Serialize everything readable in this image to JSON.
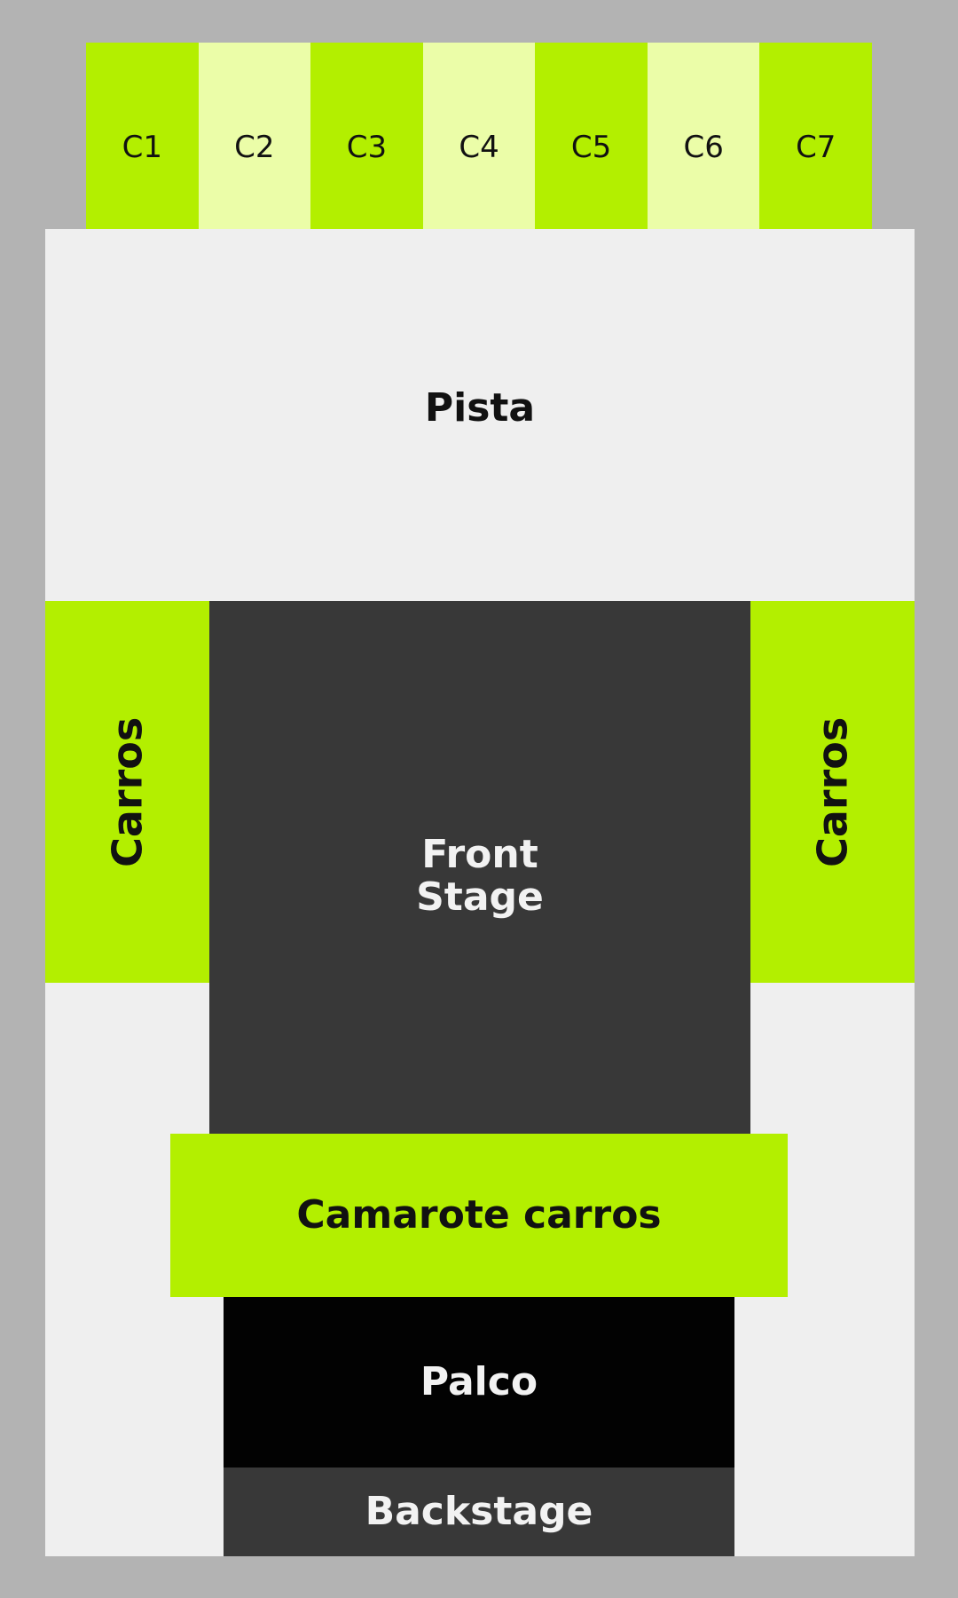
{
  "camarotes": [
    {
      "label": "C1",
      "shade": "dark"
    },
    {
      "label": "C2",
      "shade": "light"
    },
    {
      "label": "C3",
      "shade": "dark"
    },
    {
      "label": "C4",
      "shade": "light"
    },
    {
      "label": "C5",
      "shade": "dark"
    },
    {
      "label": "C6",
      "shade": "light"
    },
    {
      "label": "C7",
      "shade": "dark"
    }
  ],
  "zones": {
    "pista": "Pista",
    "carros_left": "Carros",
    "carros_right": "Carros",
    "front_stage": "Front\nStage",
    "camarote_carros": "Camarote carros",
    "palco": "Palco",
    "backstage": "Backstage"
  },
  "colors": {
    "background": "#b3b3b3",
    "accent_green": "#b3ef00",
    "light_green": "#ebfda8",
    "floor": "#efefef",
    "stage_dark": "#383838",
    "palco_black": "#020202"
  }
}
